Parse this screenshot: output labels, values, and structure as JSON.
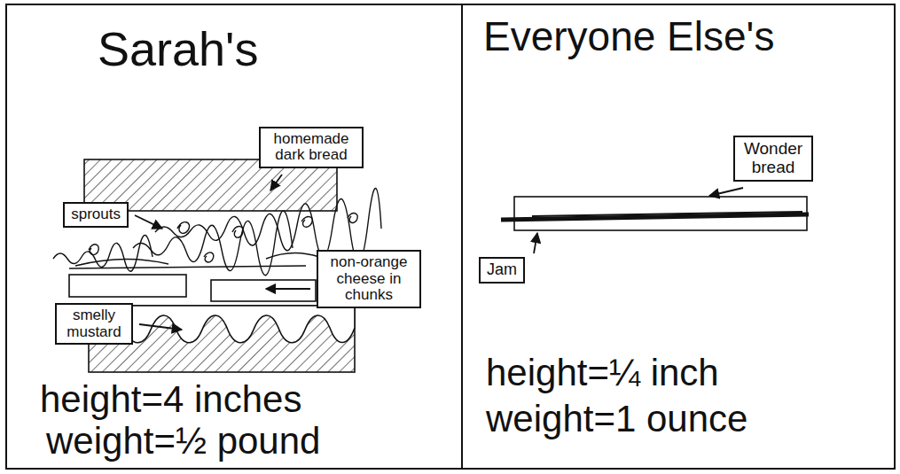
{
  "diagram": {
    "nodes": [
      {
        "text": [
          "Sarah's",
          "height=4 inches",
          "weight=½ pound"
        ]
      },
      {
        "text": [
          "homemade dark bread"
        ],
        "in": 0
      },
      {
        "text": [
          "sprouts"
        ],
        "in": 0
      },
      {
        "text": [
          "non-orange cheese in chunks"
        ],
        "in": 0
      },
      {
        "text": [
          "smelly mustard"
        ],
        "in": 0
      },
      {
        "text": [
          "Everyone Else's",
          "height=¼ inch",
          "weight=1 ounce"
        ]
      },
      {
        "text": [
          "Wonder bread"
        ],
        "in": 5
      },
      {
        "text": [
          "Jam"
        ],
        "in": 5
      }
    ]
  }
}
